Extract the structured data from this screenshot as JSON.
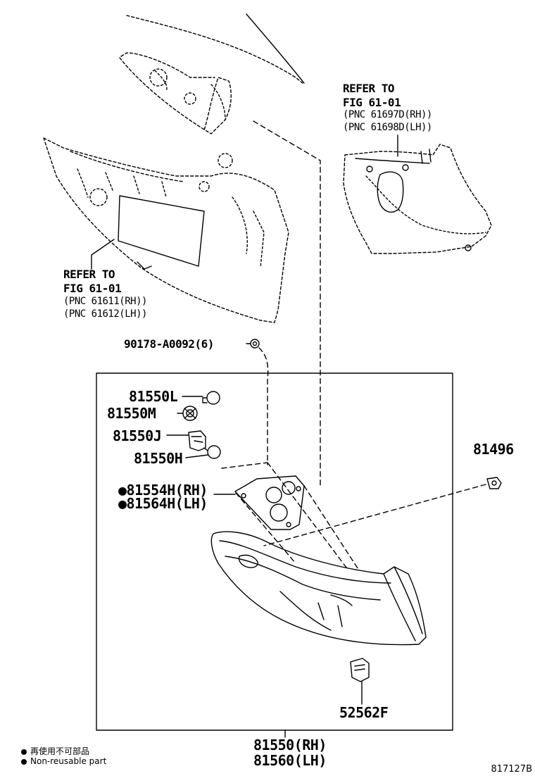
{
  "refer_rear_panel": {
    "line1": "REFER TO",
    "line2": "FIG 61-01",
    "line3": "(PNC 61611(RH))",
    "line4": "(PNC 61612(LH))"
  },
  "refer_inner_panel": {
    "line1": "REFER TO",
    "line2": "FIG 61-01",
    "line3": "(PNC 61697D(RH))",
    "line4": "(PNC 61698D(LH))"
  },
  "parts": {
    "nut": "90178-A0092(6)",
    "bulb_l": "81550L",
    "socket_m": "81550M",
    "socket_j": "81550J",
    "bulb_h": "81550H",
    "gasket_rh": "81554H(RH)",
    "gasket_lh": "81564H(LH)",
    "clip": "81496",
    "connector": "52562F",
    "lamp_rh": "81550(RH)",
    "lamp_lh": "81560(LH)"
  },
  "legend": {
    "ja": "再使用不可部品",
    "en": "Non-reusable part"
  },
  "figure_code": "817127B"
}
